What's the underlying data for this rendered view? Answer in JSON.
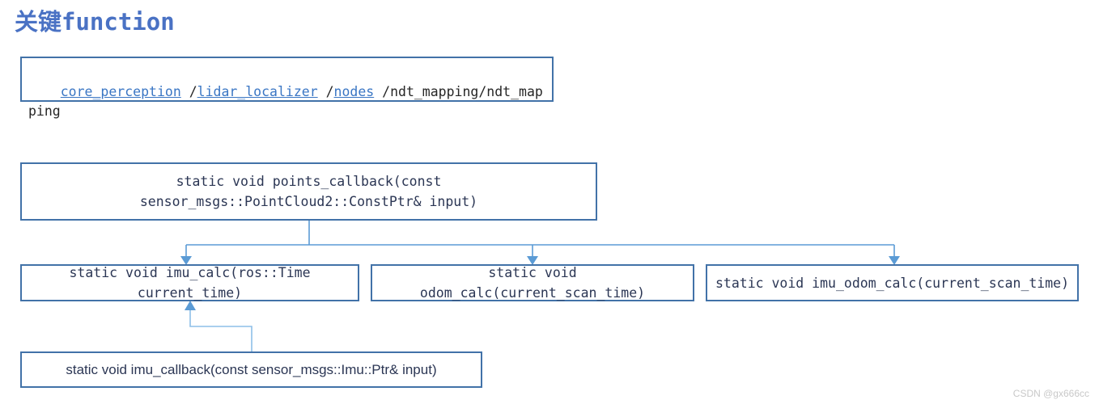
{
  "page": {
    "title": "关键function",
    "title_color": "#4a72c4",
    "background": "#ffffff",
    "box_border_color": "#4272a8",
    "arrow_color": "#5b9bd5",
    "text_color": "#2b3654",
    "link_color": "#3a76c4"
  },
  "breadcrumb": {
    "segments": [
      {
        "text": "core_perception",
        "link": true
      },
      {
        "text": " /",
        "link": false
      },
      {
        "text": "lidar_localizer",
        "link": true
      },
      {
        "text": " /",
        "link": false
      },
      {
        "text": "nodes",
        "link": true
      },
      {
        "text": " /ndt_mapping/ndt_mapping",
        "link": false
      }
    ],
    "full_text": "core_perception /lidar_localizer /nodes /ndt_mapping/ndt_mapping"
  },
  "flowchart": {
    "type": "call-graph",
    "nodes": [
      {
        "id": "points_callback",
        "label": "static void points_callback(const\nsensor_msgs::PointCloud2::ConstPtr& input)",
        "level": 0
      },
      {
        "id": "imu_calc",
        "label": "static void imu_calc(ros::Time\ncurrent_time)",
        "level": 1
      },
      {
        "id": "odom_calc",
        "label": "static void\nodom_calc(current_scan_time)",
        "level": 1
      },
      {
        "id": "imu_odom_calc",
        "label": "static void imu_odom_calc(current_scan_time)",
        "level": 1
      },
      {
        "id": "imu_callback",
        "label": "static void imu_callback(const sensor_msgs::Imu::Ptr& input)",
        "level": 2
      }
    ],
    "edges": [
      {
        "from": "points_callback",
        "to": "imu_calc",
        "direction": "down"
      },
      {
        "from": "points_callback",
        "to": "odom_calc",
        "direction": "down"
      },
      {
        "from": "points_callback",
        "to": "imu_odom_calc",
        "direction": "down"
      },
      {
        "from": "imu_callback",
        "to": "imu_calc",
        "direction": "up"
      }
    ]
  },
  "watermark": {
    "text": "CSDN @gx666cc"
  }
}
